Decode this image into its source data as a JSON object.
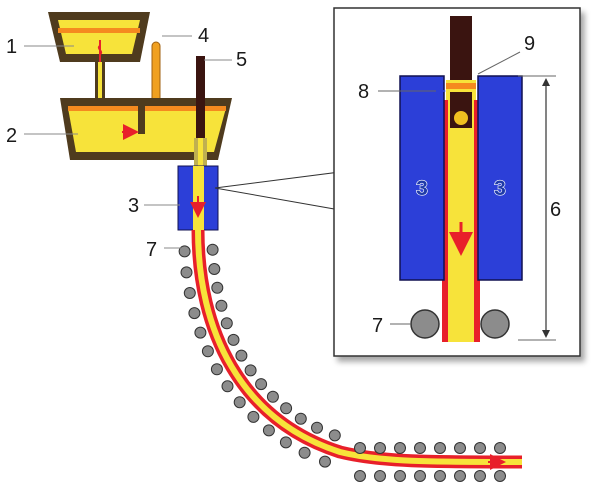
{
  "labels": {
    "ladle": "1",
    "tundish": "2",
    "mold": "3",
    "stopper_rod": "4",
    "shroud": "5",
    "rollers": "7",
    "inset_mold_left": "3",
    "inset_mold_right": "3",
    "inset_height": "6",
    "inset_rollers": "7",
    "inset_meniscus": "8",
    "inset_nozzle": "9"
  },
  "colors": {
    "steel_yellow": "#f7e33a",
    "steel_orange": "#f58a1f",
    "strand_red": "#e8202a",
    "mold_blue": "#2c3fd8",
    "vessel_brown": "#4f3b1e",
    "shroud_dark": "#3a1410",
    "roller_gray": "#8c8c8c",
    "flow_arrow": "#e8202a"
  }
}
